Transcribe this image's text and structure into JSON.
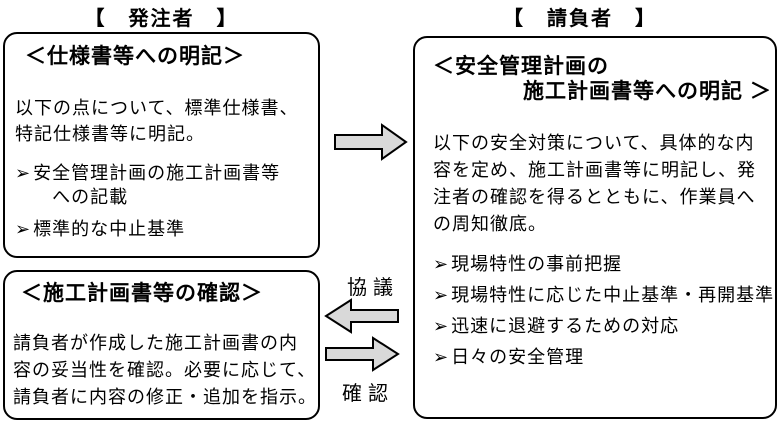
{
  "headers": {
    "left": "【　発注者　】",
    "right": "【　請負者　】"
  },
  "boxes": {
    "spec_box": {
      "heading": "＜仕様書等への明記＞",
      "paragraph": "以下の点について、標準仕様書、\n特記仕様書等に明記。",
      "bullets": [
        {
          "marker": "➢",
          "text": "安全管理計画の施工計画書等\n　への記載"
        },
        {
          "marker": "➢",
          "text": "標準的な中止基準"
        }
      ]
    },
    "confirm_box": {
      "heading": "＜施工計画書等の確認＞",
      "paragraph": "請負者が作成した施工計画書の内\n容の妥当性を確認。必要に応じて、\n請負者に内容の修正・追加を指示。"
    },
    "contractor_box": {
      "heading_line1": "＜安全管理計画の",
      "heading_line2": "施工計画書等への明記 ＞",
      "paragraph": "以下の安全対策について、具体的な内\n容を定め、施工計画書等に明記し、発\n注者の確認を得るとともに、作業員へ\nの周知徹底。",
      "bullets": [
        {
          "marker": "➢",
          "text": "現場特性の事前把握"
        },
        {
          "marker": "➢",
          "text": "現場特性に応じた中止基準・再開基準"
        },
        {
          "marker": "➢",
          "text": "迅速に退避するための対応"
        },
        {
          "marker": "➢",
          "text": "日々の安全管理"
        }
      ]
    }
  },
  "middle": {
    "top_label": "協議",
    "bottom_label": "確認"
  },
  "colors": {
    "background": "#ffffff",
    "text": "#000000",
    "box_border": "#000000",
    "arrow_fill": "#d9d9d9",
    "arrow_stroke": "#000000"
  }
}
